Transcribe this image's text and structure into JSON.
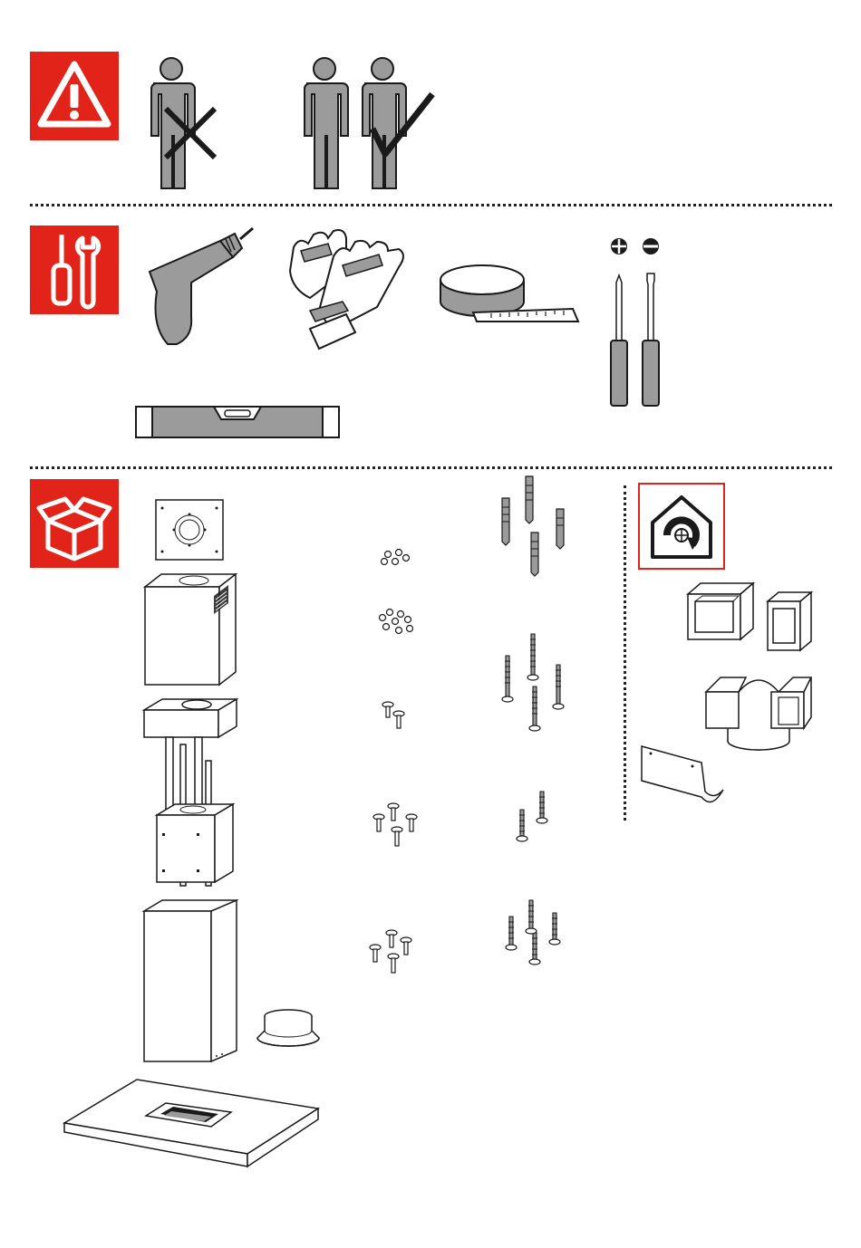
{
  "colors": {
    "accent": "#e2231a",
    "part_gray": "#9b9b9b",
    "outline": "#1a1a1a"
  },
  "sections": [
    {
      "id": "warning",
      "icon": "warning-triangle-icon",
      "items": [
        "one-person-crossed-icon",
        "two-persons-check-icon"
      ]
    },
    {
      "id": "tools",
      "icon": "screwdriver-wrench-icon",
      "items": [
        "drill-icon",
        "gloves-icon",
        "tape-measure-icon",
        "phillips-screwdriver-icon",
        "flat-screwdriver-icon",
        "spirit-level-icon"
      ]
    },
    {
      "id": "parts",
      "icon": "open-box-icon",
      "items": [
        "mounting-plate",
        "upper-chimney",
        "telescopic-frame",
        "lower-chimney",
        "duct-ring",
        "hood-canopy",
        "screw-sets",
        "wall-plugs",
        "recirculation-kit"
      ]
    }
  ],
  "recirculation": {
    "icon": "house-recirculation-icon",
    "items": [
      "duct-adapter-left",
      "duct-adapter-right",
      "duct-connector",
      "bracket"
    ]
  }
}
